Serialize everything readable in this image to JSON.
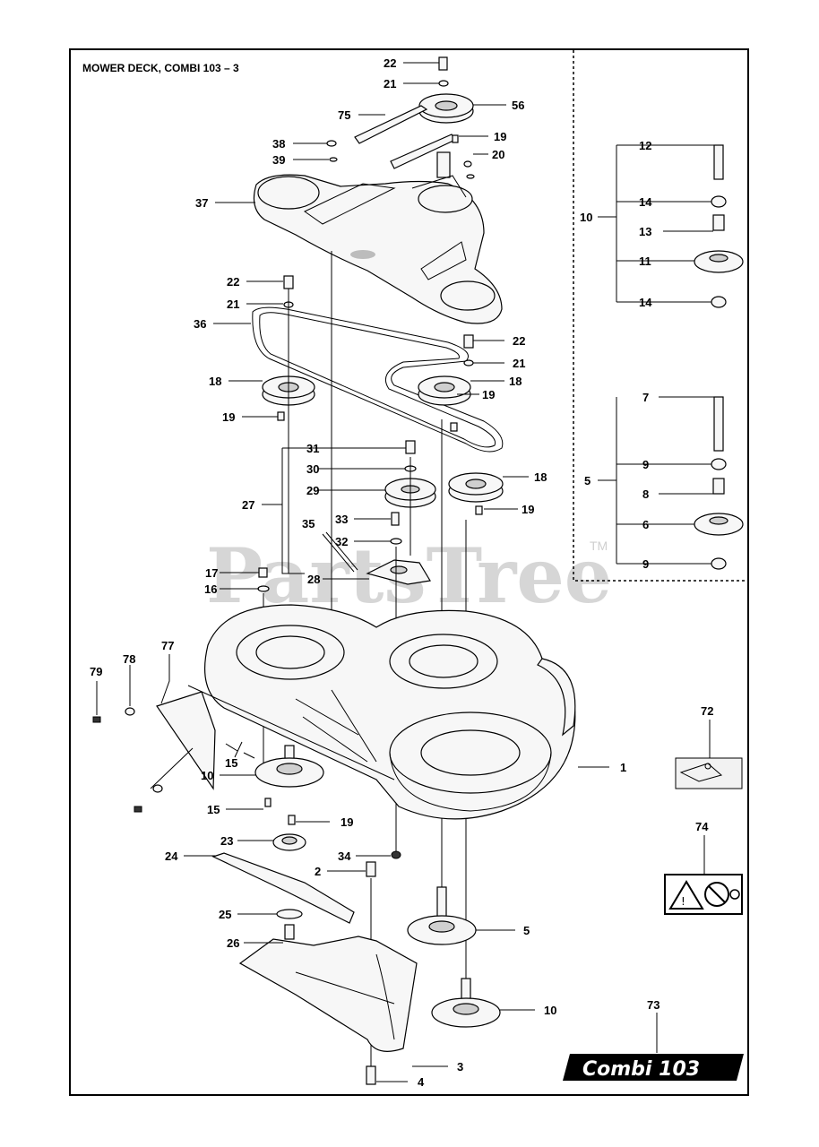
{
  "title": "MOWER DECK, COMBI 103 – 3",
  "watermark": "PartsTree",
  "trademark": "TM",
  "badge": "Combi 103",
  "labels": {
    "l22a": "22",
    "l21a": "21",
    "l56": "56",
    "l75": "75",
    "l19a": "19",
    "l20": "20",
    "l38": "38",
    "l39": "39",
    "l37": "37",
    "l22b": "22",
    "l21b": "21",
    "l36": "36",
    "l22c": "22",
    "l21c": "21",
    "l18a": "18",
    "l19b": "19",
    "l18b": "18",
    "l19c": "19",
    "l31": "31",
    "l30": "30",
    "l29": "29",
    "l27": "27",
    "l18c": "18",
    "l19d": "19",
    "l33": "33",
    "l32": "32",
    "l35": "35",
    "l17": "17",
    "l28": "28",
    "l16": "16",
    "l77": "77",
    "l78": "78",
    "l79": "79",
    "l1": "1",
    "l15a": "15",
    "l10a": "10",
    "l15b": "15",
    "l19e": "19",
    "l23": "23",
    "l34": "34",
    "l24": "24",
    "l2": "2",
    "l25": "25",
    "l26": "26",
    "l5": "5",
    "l10b": "10",
    "l3": "3",
    "l4": "4",
    "l73": "73",
    "l72": "72",
    "l74": "74",
    "k12": "12",
    "k14a": "14",
    "k10": "10",
    "k13": "13",
    "k11": "11",
    "k14b": "14",
    "k7": "7",
    "k9a": "9",
    "k5": "5",
    "k8": "8",
    "k6": "6",
    "k9b": "9"
  }
}
